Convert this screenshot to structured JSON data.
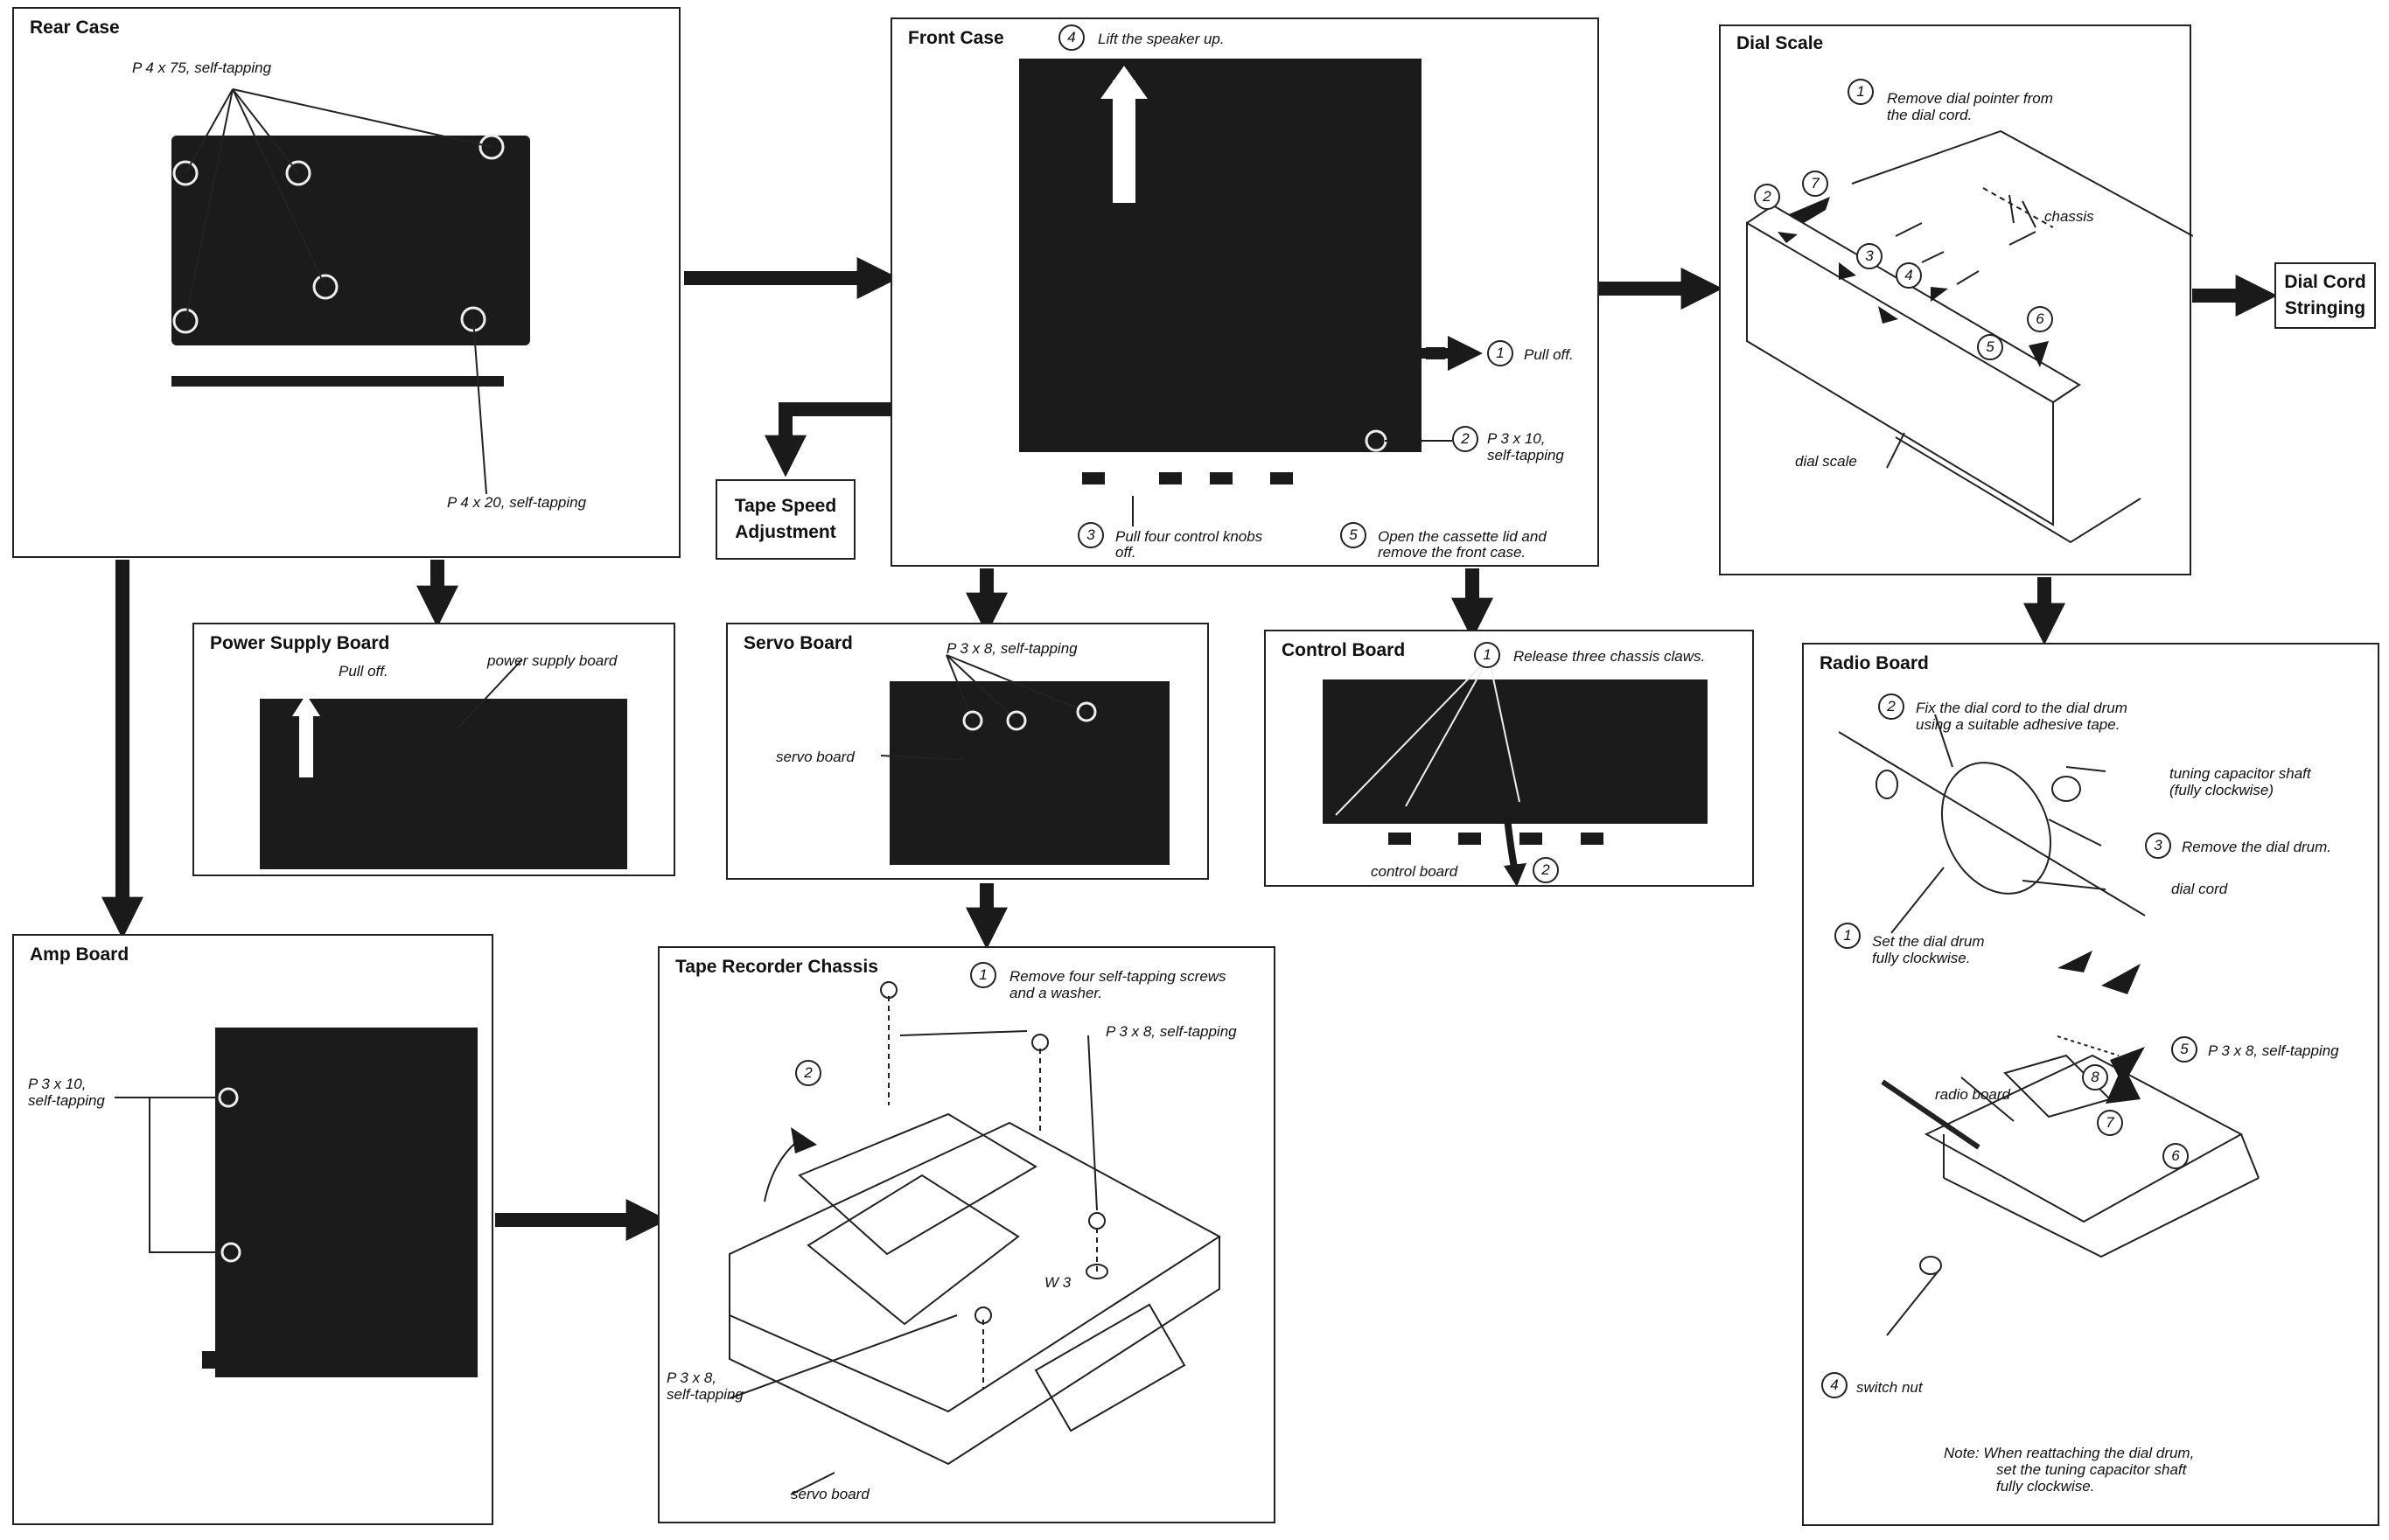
{
  "panels": {
    "rear_case": {
      "title": "Rear Case",
      "note_top": "P 4 x 75, self-tapping",
      "note_bottom": "P 4 x 20, self-tapping"
    },
    "front_case": {
      "title": "Front Case",
      "step4": "Lift the speaker up.",
      "step1": "Pull off.",
      "step2_a": "P 3 x 10,",
      "step2_b": "self-tapping",
      "step3_a": "Pull four control knobs",
      "step3_b": "off.",
      "step5_a": "Open the cassette lid and",
      "step5_b": "remove the front case."
    },
    "dial_scale": {
      "title": "Dial Scale",
      "step1_a": "Remove dial pointer from",
      "step1_b": "the dial cord.",
      "chassis_label": "chassis",
      "dial_scale_label": "dial scale"
    },
    "power_supply_board": {
      "title": "Power Supply Board",
      "pull_off": "Pull off.",
      "board_label": "power supply board"
    },
    "servo_board": {
      "title": "Servo Board",
      "screw": "P 3 x 8, self-tapping",
      "board_label": "servo board"
    },
    "control_board": {
      "title": "Control Board",
      "step1": "Release three chassis claws.",
      "board_label": "control board"
    },
    "radio_board": {
      "title": "Radio Board",
      "step2_a": "Fix the dial cord to the dial drum",
      "step2_b": "using a suitable adhesive tape.",
      "tuning_a": "tuning capacitor shaft",
      "tuning_b": "(fully clockwise)",
      "step3": "Remove the dial drum.",
      "dial_cord": "dial cord",
      "step1_a": "Set the dial drum",
      "step1_b": "fully clockwise.",
      "step5": "P 3 x 8, self-tapping",
      "radio_board_label": "radio board",
      "step4": "switch nut",
      "note_a": "Note:  When reattaching the dial drum,",
      "note_b": "set the tuning capacitor shaft",
      "note_c": "fully clockwise."
    },
    "amp_board": {
      "title": "Amp Board",
      "screw_a": "P 3 x 10,",
      "screw_b": "self-tapping"
    },
    "tape_recorder_chassis": {
      "title": "Tape Recorder Chassis",
      "step1_a": "Remove four self-tapping screws",
      "step1_b": "and a washer.",
      "screw_top": "P 3 x 8, self-tapping",
      "washer": "W 3",
      "screw_bottom_a": "P 3 x 8,",
      "screw_bottom_b": "self-tapping",
      "servo_label": "servo board"
    }
  },
  "side_titles": {
    "tape_speed": [
      "Tape Speed",
      "Adjustment"
    ],
    "dial_cord": [
      "Dial Cord",
      "Stringing"
    ]
  },
  "step_numbers": {
    "one": "1",
    "two": "2",
    "three": "3",
    "four": "4",
    "five": "5",
    "six": "6",
    "seven": "7",
    "eight": "8"
  },
  "colors": {
    "ink": "#111111",
    "photo": "#1b1b1b",
    "paper": "#ffffff"
  }
}
